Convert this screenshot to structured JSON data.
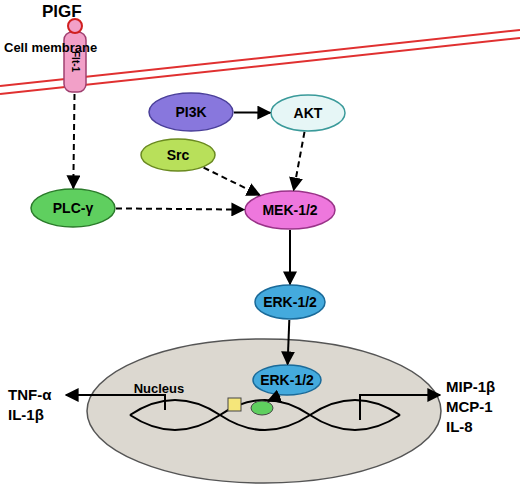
{
  "diagram": {
    "nodes": [
      {
        "text": [
          "Flt-1"
        ]
      },
      {
        "text": [
          "PI3K"
        ]
      },
      {
        "text": [
          "AKT"
        ]
      },
      {
        "text": [
          "Src"
        ]
      },
      {
        "text": [
          "PLC-γ"
        ]
      },
      {
        "text": [
          "MEK-1/2"
        ]
      },
      {
        "text": [
          "ERK-1/2"
        ]
      },
      {
        "text": [
          "Nucleus"
        ]
      },
      {
        "text": [
          "ERK-1/2"
        ],
        "in": 7
      }
    ],
    "edges": [
      {
        "from": 0,
        "to": 4,
        "arrow": "to"
      },
      {
        "from": 1,
        "to": 2,
        "arrow": "to"
      },
      {
        "from": 2,
        "to": 5,
        "arrow": "to"
      },
      {
        "from": 3,
        "to": 5,
        "arrow": "to"
      },
      {
        "from": 4,
        "to": 5,
        "arrow": "to"
      },
      {
        "from": 5,
        "to": 6,
        "arrow": "to"
      },
      {
        "from": 6,
        "to": 8,
        "arrow": "to"
      }
    ],
    "labels": [
      "PlGF",
      "Cell membrane",
      "TNF-α",
      "IL-1β",
      "MIP-1β",
      "MCP-1",
      "IL-8"
    ]
  }
}
